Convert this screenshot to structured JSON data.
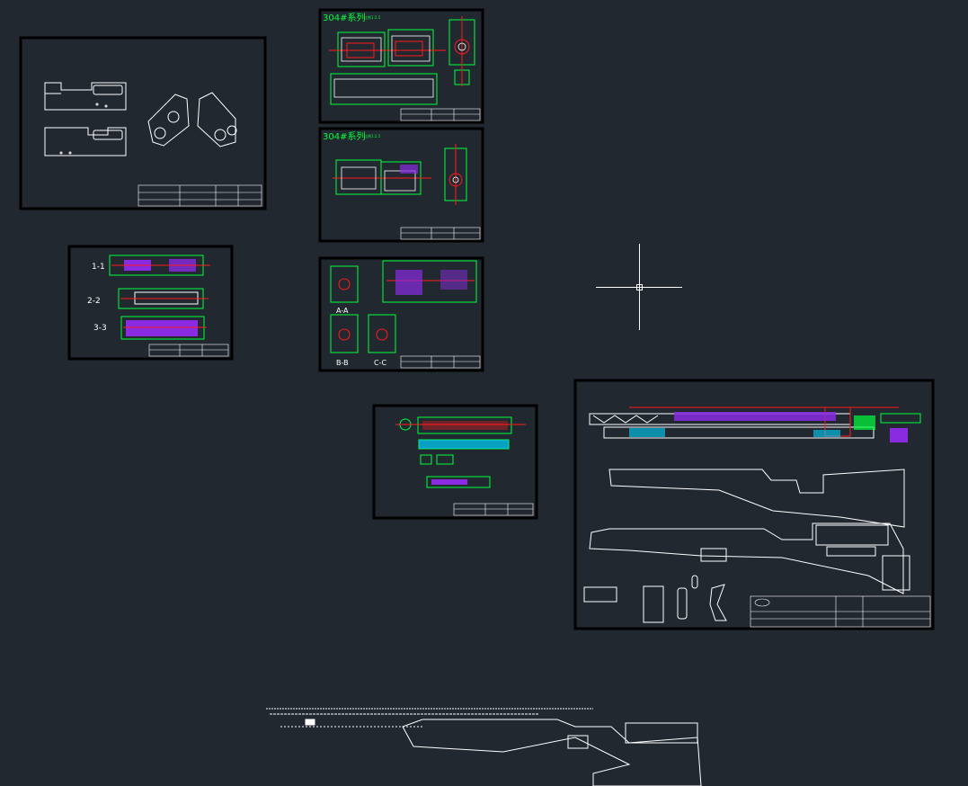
{
  "sheets": {
    "sheet_304_top": {
      "title": "304#系列",
      "scale": "比例1:2.5"
    },
    "sheet_304_mid": {
      "title": "304#系列",
      "scale": "比例1:2.5"
    },
    "sections_sheet": {
      "labels": [
        "1-1",
        "2-2",
        "3-3"
      ]
    },
    "view_sheet": {
      "labels": [
        "A-A",
        "B-B",
        "C-C"
      ]
    }
  },
  "colors": {
    "background": "#212830",
    "frame": "#000000",
    "white": "#ffffff",
    "green": "#00ff3c",
    "red": "#ff1a1a",
    "purple": "#8a2be2",
    "cyan": "#00d4ff",
    "blue": "#2a4dff",
    "yellow": "#ffd400"
  },
  "crosshair": {
    "cursor": "crosshair-cursor"
  }
}
